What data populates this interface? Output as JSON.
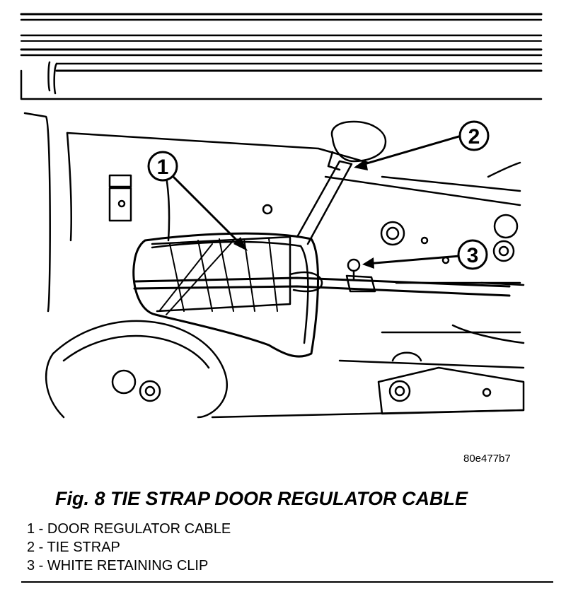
{
  "callouts": [
    {
      "number": "1",
      "label": "DOOR REGULATOR CABLE"
    },
    {
      "number": "2",
      "label": "TIE STRAP"
    },
    {
      "number": "3",
      "label": "WHITE RETAINING CLIP"
    }
  ],
  "figure": {
    "code": "80e477b7",
    "caption": "Fig. 8 TIE STRAP DOOR REGULATOR CABLE"
  },
  "legend": [
    "1 - DOOR REGULATOR CABLE",
    "2 - TIE STRAP",
    "3 - WHITE RETAINING CLIP"
  ]
}
